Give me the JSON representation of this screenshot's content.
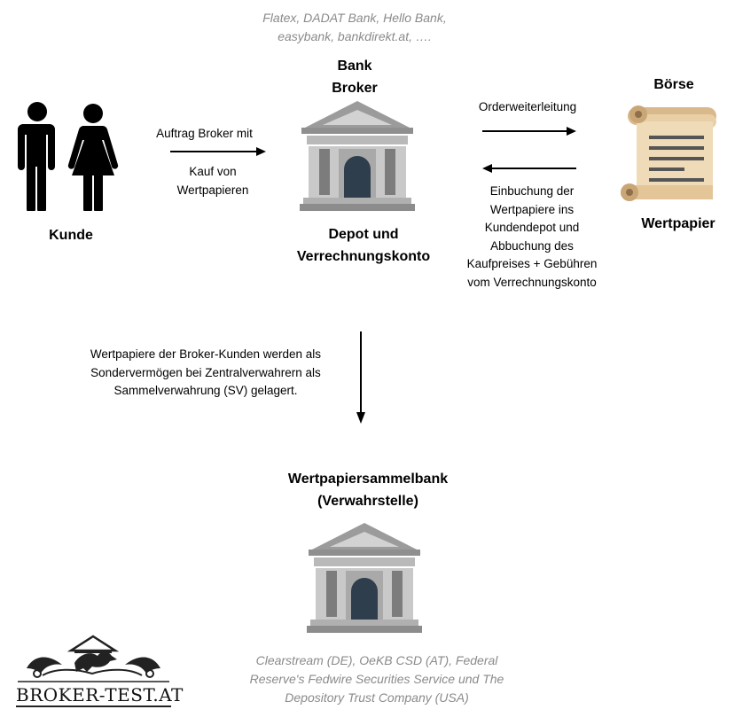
{
  "brokers_note": [
    "Flatex, DADAT Bank, Hello Bank,",
    "easybank, bankdirekt.at, …."
  ],
  "bank_title": [
    "Bank",
    "Broker"
  ],
  "customer_label": "Kunde",
  "order_text_top": "Auftrag Broker mit",
  "order_text_bottom": [
    "Kauf von",
    "Wertpapieren"
  ],
  "depot_label": [
    "Depot und",
    "Verrechnungskonto"
  ],
  "forwarding_label": "Orderweiterleitung",
  "booking_text": [
    "Einbuchung der",
    "Wertpapiere ins",
    "Kundendepot und",
    "Abbuchung des",
    "Kaufpreises +  Gebühren",
    "vom Verrechnungskonto"
  ],
  "exchange_label": "Börse",
  "security_label": "Wertpapier",
  "custody_text": [
    "Wertpapiere der Broker-Kunden werden als",
    "Sondervermögen bei Zentralverwahrern als",
    "Sammelverwahrung (SV) gelagert."
  ],
  "csd_title": [
    "Wertpapiersammelbank",
    "(Verwahrstelle)"
  ],
  "csd_examples": [
    "Clearstream (DE), OeKB CSD (AT), Federal",
    "Reserve's Fedwire Securities Service und The",
    "Depository Trust Company (USA)"
  ],
  "logo_text": "BROKER-TEST.AT",
  "icons": {
    "people": "customer-couple-icon",
    "bank": "bank-building-icon",
    "scroll": "security-scroll-icon"
  },
  "colors": {
    "gray_text": "#8a8a8a",
    "building_gray": "#a3a3a3",
    "building_dark": "#2f3e4d",
    "scroll": "#e9cfa6"
  }
}
